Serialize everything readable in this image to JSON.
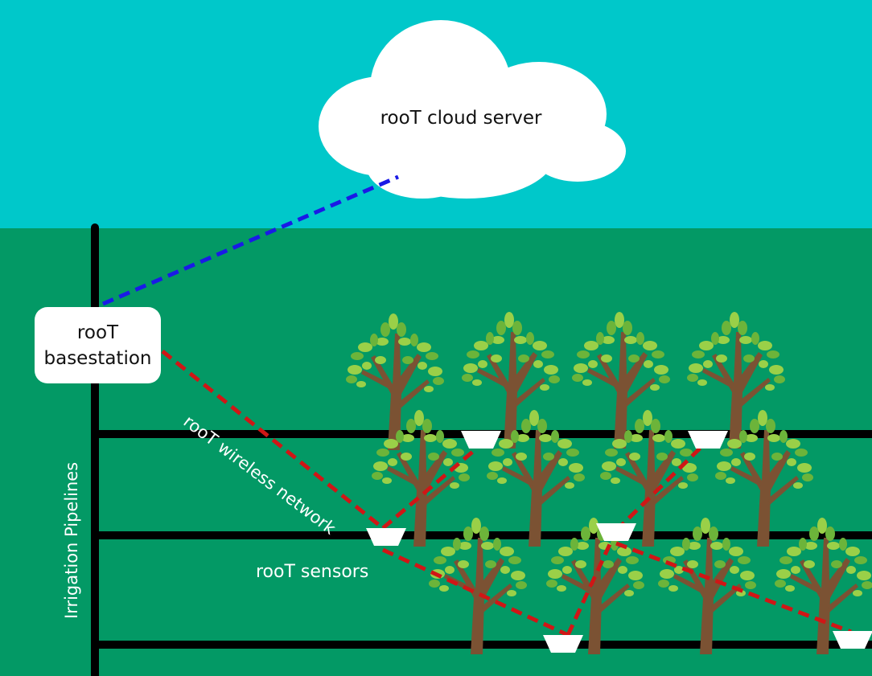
{
  "colors": {
    "sky": "#00c8ca",
    "field": "#039965",
    "pipeline": "#000000",
    "cloud_link": "#1a1ae6",
    "wireless_link": "#d01616",
    "trunk": "#7b5233",
    "leaf_light": "#9ad048",
    "leaf_dark": "#6cb43a",
    "sensor": "#ffffff"
  },
  "cloud": {
    "label": "rooT cloud server"
  },
  "basestation": {
    "line1": "rooT",
    "line2": "basestation"
  },
  "labels": {
    "wireless_network": "rooT wireless network",
    "sensors": "rooT sensors",
    "pipelines": "Irrigation Pipelines"
  },
  "icons": {
    "cloud": "cloud-icon",
    "tree": "tree-icon",
    "sensor": "sensor-icon"
  }
}
